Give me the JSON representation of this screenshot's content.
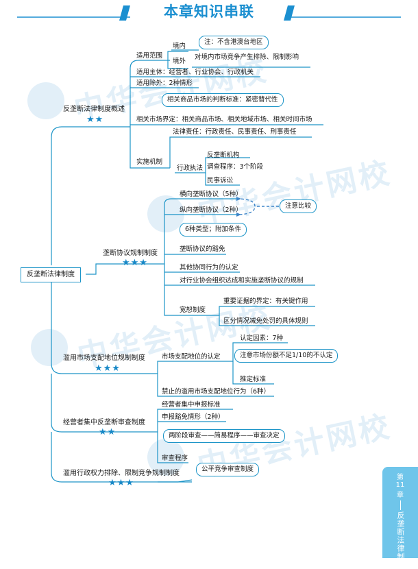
{
  "header": {
    "title": "本章知识串联"
  },
  "watermark": "中华会计网校",
  "root": "反垄断法律制度",
  "branches": {
    "overview": {
      "label": "反垄断法律制度概述",
      "stars": "★★",
      "scope": {
        "label": "适用范围",
        "domestic": "境内",
        "domestic_note": "注：不含港澳台地区",
        "foreign": "境外",
        "foreign_note": "对境内市场竞争产生排除、限制影响"
      },
      "subjects": "适用主体：经营者、行业协会、行政机关",
      "exclusion": "适用除外：2种情形",
      "market": {
        "criterion": "相关商品市场的判断标准：紧密替代性",
        "definition": "相关市场界定：相关商品市场、相关地域市场、相关时间市场"
      },
      "enforcement": {
        "label": "实施机制",
        "liability": "法律责任：行政责任、民事责任、刑事责任",
        "admin": "行政执法",
        "agency": "反垄断机构",
        "procedure": "调查程序：3个阶段",
        "civil": "民事诉讼"
      }
    },
    "agreements": {
      "label": "垄断协议规制制度",
      "stars": "★★★",
      "horizontal": "横向垄断协议（5种）",
      "vertical": "纵向垄断协议（2种）",
      "compare_note": "注意比较",
      "types": "6种类型；附加条件",
      "exemption": "垄断协议的豁免",
      "concerted": "其他协同行为的认定",
      "association": "对行业协会组织达成和实施垄断协议的规制",
      "leniency": {
        "label": "宽恕制度",
        "evidence": "重要证据的界定：有关键作用",
        "penalty": "区分情况减免处罚的具体规则"
      }
    },
    "dominance": {
      "label": "滥用市场支配地位规制制度",
      "stars": "★★★",
      "recognition": "市场支配地位的认定",
      "factors": "认定因素：7种",
      "share_note": "注意市场份额不足1/10的不认定",
      "presumption": "推定标准",
      "prohibited": "禁止的滥用市场支配地位行为（6种）"
    },
    "concentration": {
      "label": "经营者集中反垄断审查制度",
      "stars": "★★",
      "filing": "经营者集中申报标准",
      "exempt": "申报豁免情形（2种）",
      "two_stage": "两阶段审查——简易程序——审查决定",
      "review": "审查程序"
    },
    "administrative": {
      "label": "滥用行政权力排除、限制竞争规制制度",
      "stars": "★★★",
      "fair_review": "公平竞争审查制度"
    }
  },
  "side_tab": {
    "chapter_prefix": "第",
    "chapter_no": "11",
    "chapter_suffix": "章",
    "name": "反垄断法律制度"
  },
  "colors": {
    "line": "#1d95c8",
    "accent": "#1b8fd0",
    "tab": "#6fc5ea",
    "dash": "#3a83c8"
  }
}
